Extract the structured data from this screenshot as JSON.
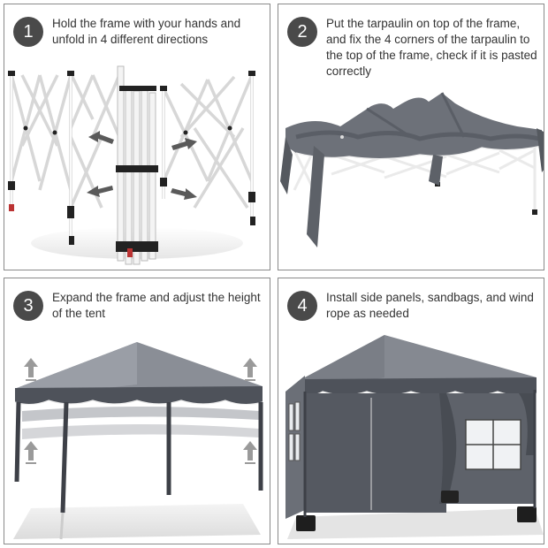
{
  "steps": [
    {
      "number": "1",
      "text": "Hold the frame with your hands and unfold in 4 different directions"
    },
    {
      "number": "2",
      "text": "Put the tarpaulin on top of the frame, and fix the 4 corners of the tarpaulin to the top of the frame, check if it is pasted correctly"
    },
    {
      "number": "3",
      "text": "Expand the frame and adjust the height of the tent"
    },
    {
      "number": "4",
      "text": "Install side panels, sandbags, and wind rope as needed"
    }
  ],
  "colors": {
    "badge": "#4a4a4a",
    "canopy": "#6d7179",
    "canopy_dark": "#4b4f57",
    "frame": "#f2f2f2",
    "border": "#8a8a8a"
  }
}
